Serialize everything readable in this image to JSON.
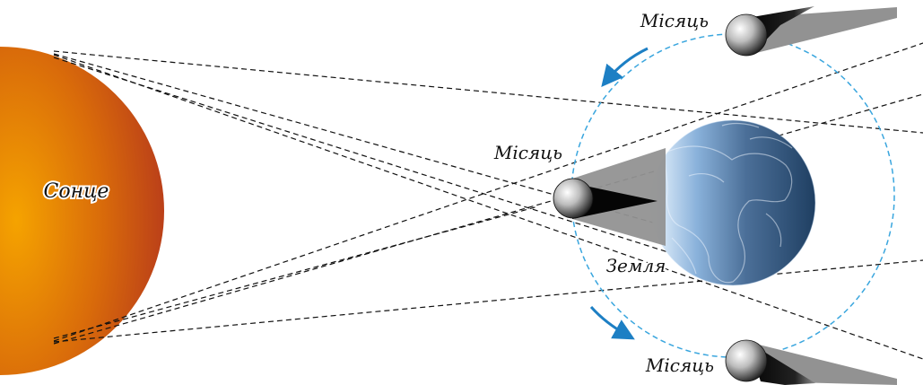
{
  "labels": {
    "sun": "Сонце",
    "earth": "Земля",
    "moon_top": "Місяць",
    "moon_middle": "Місяць",
    "moon_bottom": "Місяць"
  },
  "colors": {
    "sun_center": "#f2a100",
    "sun_edge": "#b8391a",
    "earth_light": "#dfeeff",
    "earth_dark": "#1f3f62",
    "orbit": "#3aa6de",
    "arrow": "#1d7fc4",
    "ray": "#111111",
    "shadow_dark": "#050505",
    "shadow_light": "#888888"
  },
  "icons": {
    "orbit_arrow_top": "curved-arrow-icon",
    "orbit_arrow_bottom": "curved-arrow-icon"
  }
}
